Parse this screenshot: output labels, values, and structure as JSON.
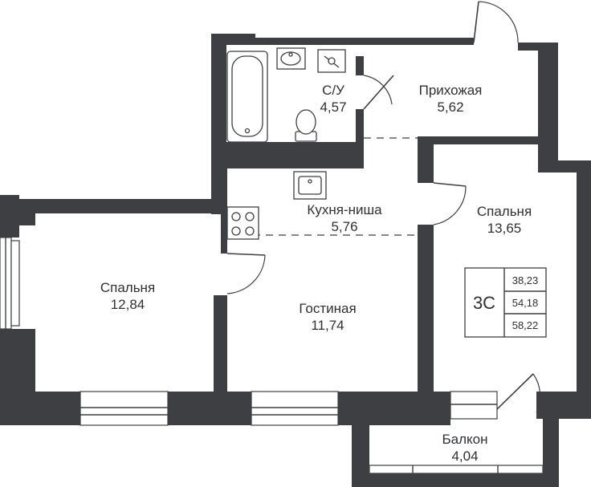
{
  "rooms": {
    "bathroom": {
      "name": "С/У",
      "area": "4,57"
    },
    "hallway": {
      "name": "Прихожая",
      "area": "5,62"
    },
    "kitchen": {
      "name": "Кухня-ниша",
      "area": "5,76"
    },
    "bedroom_right": {
      "name": "Спальня",
      "area": "13,65"
    },
    "bedroom_left": {
      "name": "Спальня",
      "area": "12,84"
    },
    "living": {
      "name": "Гостиная",
      "area": "11,74"
    },
    "balcony": {
      "name": "Балкон",
      "area": "4,04"
    }
  },
  "badge": {
    "code": "3С",
    "areas": [
      "38,23",
      "54,18",
      "58,22"
    ]
  },
  "colors": {
    "wall": "#3d3f42",
    "text": "#2f3033",
    "background": "#ffffff"
  }
}
